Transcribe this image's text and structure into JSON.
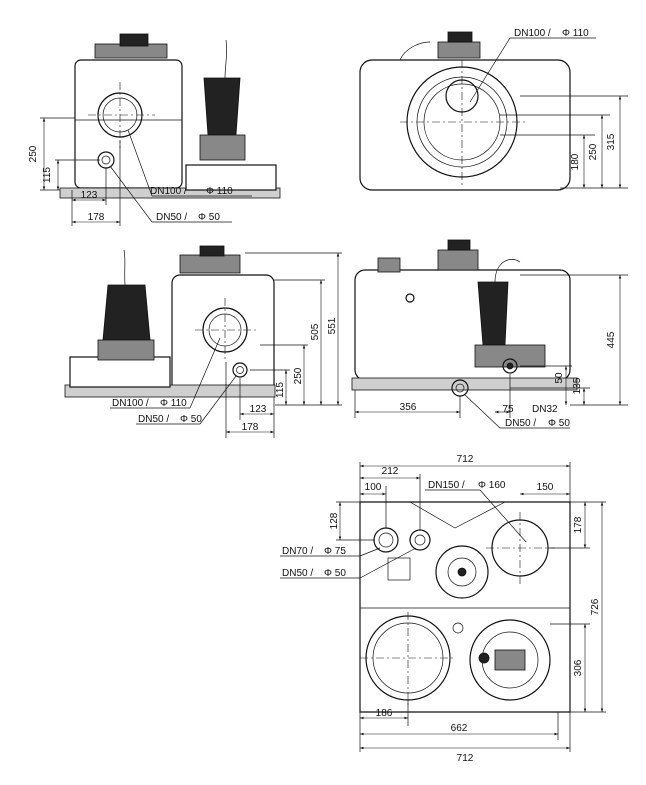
{
  "views": {
    "top_left": {
      "dims": {
        "h1": "250",
        "h2": "115",
        "w1": "123",
        "w2": "178"
      },
      "callouts": {
        "dn100": {
          "dn": "DN100 /",
          "phi": "Φ 110"
        },
        "dn50": {
          "dn": "DN50 /",
          "phi": "Φ 50"
        }
      }
    },
    "top_right": {
      "dims": {
        "h1": "180",
        "h2": "250",
        "h3": "315"
      },
      "callouts": {
        "dn100": {
          "dn": "DN100 /",
          "phi": "Φ 110"
        }
      }
    },
    "mid_left": {
      "dims": {
        "h1": "551",
        "h2": "505",
        "h3": "250",
        "h4": "115",
        "w1": "123",
        "w2": "178"
      },
      "callouts": {
        "dn100": {
          "dn": "DN100 /",
          "phi": "Φ 110"
        },
        "dn50": {
          "dn": "DN50 /",
          "phi": "Φ 50"
        }
      }
    },
    "mid_right": {
      "dims": {
        "h1": "445",
        "h2": "135",
        "h3": "50",
        "w1": "356",
        "w2": "75",
        "dn32": "DN32"
      },
      "callouts": {
        "dn50": {
          "dn": "DN50 /",
          "phi": "Φ 50"
        }
      }
    },
    "bottom": {
      "dims": {
        "top": "712",
        "w212": "212",
        "w100": "100",
        "w150": "150",
        "h128": "128",
        "h178": "178",
        "h726": "726",
        "h306": "306",
        "w186": "186",
        "w662": "662",
        "bottom": "712"
      },
      "callouts": {
        "dn150": {
          "dn": "DN150 /",
          "phi": "Φ 160"
        },
        "dn70": {
          "dn": "DN70 /",
          "phi": "Φ 75"
        },
        "dn50": {
          "dn": "DN50 /",
          "phi": "Φ 50"
        }
      }
    }
  }
}
